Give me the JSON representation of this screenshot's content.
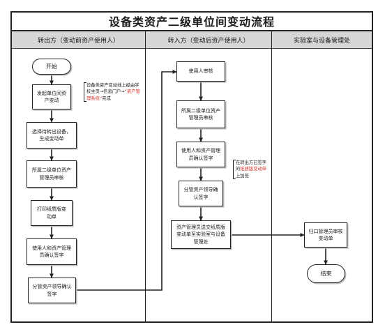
{
  "title": "设备类资产二级单位间变动流程",
  "lanes": [
    {
      "label": "转出方（变动前资产使用人）"
    },
    {
      "label": "转入方（变动后资产使用人）"
    },
    {
      "label": "实验室与设备管理处"
    }
  ],
  "nodes": {
    "start": "开始",
    "initiate": "发起单位间资产变动",
    "select_equipment": "选择待转出设备，生成变动单",
    "unit_admin_review_out": "所属二级单位资产管理员审核",
    "print_form": "打印纸质版变动单",
    "user_admin_sign_out": "使用人和资产管理员确认签字",
    "leader_sign_out": "分管资产领导确认签字",
    "user_review_in": "使用人审核",
    "unit_admin_review_in": "所属二级单位资产管理员审核",
    "user_admin_sign_in": "使用人和资产管理员确认签字",
    "leader_sign_in": "分管资产领导确认签字",
    "submit_paper": "资产管理员送交纸质版变动单至实验室与设备管理处",
    "archive": "归口管理员审核变动单",
    "end": "结束"
  },
  "notes": {
    "portal": {
      "text_before": "设备类资产变动线上经由学校主页→信息门户→",
      "highlight": "“资产管理系统”",
      "text_after": "完成"
    },
    "sign": {
      "text_before": "在转出方已签字的",
      "highlight": "纸质版变动单",
      "text_after": "上加签"
    }
  }
}
